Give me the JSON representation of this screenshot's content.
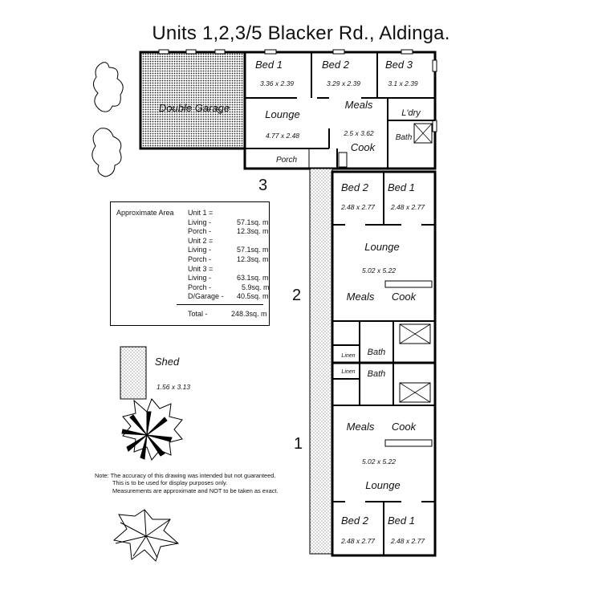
{
  "title": "Units 1,2,3/5 Blacker Rd., Aldinga.",
  "unit_labels": {
    "unit3": "3",
    "unit2": "2",
    "unit1": "1"
  },
  "rooms": {
    "garage": "Double Garage",
    "u3_bed1": "Bed  1",
    "u3_bed1_size": "3.36 x 2.39",
    "u3_bed2": "Bed  2",
    "u3_bed2_size": "3.29 x 2.39",
    "u3_bed3": "Bed  3",
    "u3_bed3_size": "3.1 x 2.39",
    "u3_lounge": "Lounge",
    "u3_lounge_size": "4.77 x 2.48",
    "u3_meals": "Meals",
    "u3_laundry": "L'dry",
    "u3_cook_size": "2.5 x 3.62",
    "u3_cook": "Cook",
    "u3_bath": "Bath",
    "u3_porch": "Porch",
    "u2_bed2": "Bed  2",
    "u2_bed2_size": "2.48 x 2.77",
    "u2_bed1": "Bed  1",
    "u2_bed1_size": "2.48 x 2.77",
    "u2_lounge": "Lounge",
    "u2_lounge_size": "5.02 x 5.22",
    "u2_meals": "Meals",
    "u2_cook": "Cook",
    "u2_linen": "Linen",
    "u2_bath": "Bath",
    "u1_linen": "Linen",
    "u1_bath": "Bath",
    "u1_meals": "Meals",
    "u1_cook": "Cook",
    "u1_lounge_size": "5.02 x 5.22",
    "u1_lounge": "Lounge",
    "u1_bed2": "Bed  2",
    "u1_bed2_size": "2.48 x 2.77",
    "u1_bed1": "Bed  1",
    "u1_bed1_size": "2.48 x 2.77",
    "shed": "Shed",
    "shed_size": "1.56 x 3.13"
  },
  "area_table": {
    "heading": "Approximate Area",
    "rows": [
      {
        "label": "Unit 1 =",
        "value": ""
      },
      {
        "label": "Living -",
        "value": "57.1sq. m"
      },
      {
        "label": "Porch -",
        "value": "12.3sq. m"
      },
      {
        "label": "Unit 2 =",
        "value": ""
      },
      {
        "label": "Living -",
        "value": "57.1sq. m"
      },
      {
        "label": "Porch -",
        "value": "12.3sq. m"
      },
      {
        "label": "Unit 3 =",
        "value": ""
      },
      {
        "label": "Living -",
        "value": "63.1sq. m"
      },
      {
        "label": "Porch -",
        "value": "5.9sq. m"
      },
      {
        "label": "D/Garage -",
        "value": "40.5sq. m"
      }
    ],
    "total_label": "Total -",
    "total_value": "248.3sq. m"
  },
  "note": {
    "line1": "Note: The accuracy of this drawing was intended but not guaranteed.",
    "line2": "This is to be used for display purposes only.",
    "line3": "Measurements are approximate and NOT to be taken as exact."
  }
}
